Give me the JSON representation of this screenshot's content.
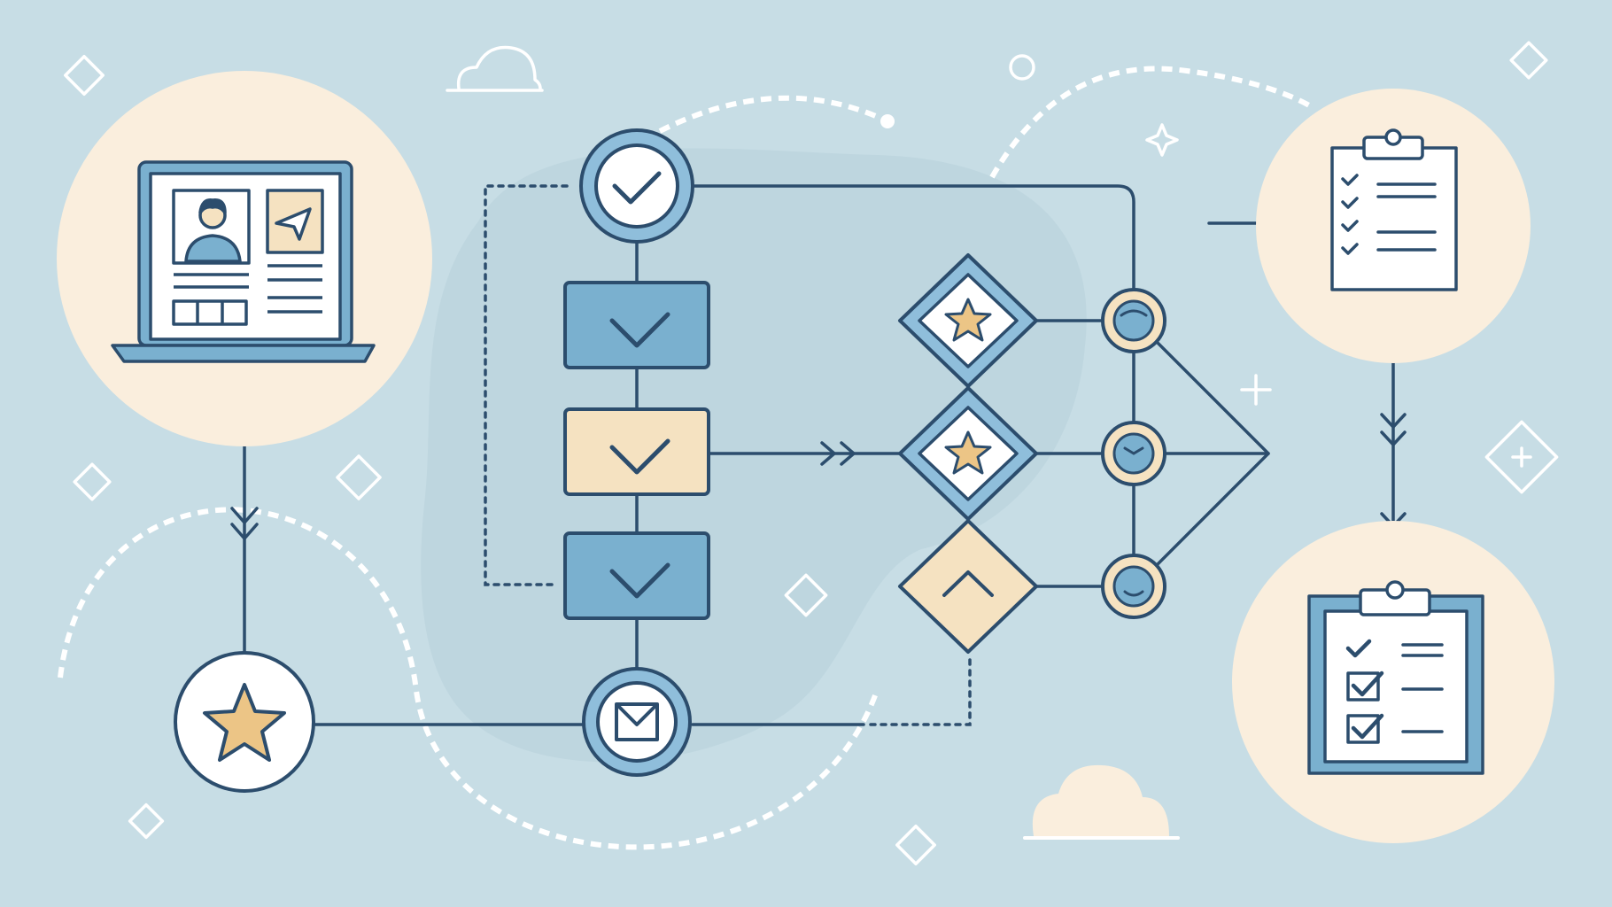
{
  "colors": {
    "background": "#c7dde5",
    "blob": "#bed6df",
    "stroke": "#2c4d6d",
    "blue_fill": "#7ab0cf",
    "blue_ring": "#8fbedb",
    "cream_fill": "#f5e2c1",
    "cream_circle": "#faeedd",
    "white": "#ffffff",
    "star": "#ecc586",
    "dashed_arc": "#ffffff"
  },
  "icons": [
    "laptop-profile-icon",
    "check-icon",
    "star-icon",
    "envelope-icon",
    "face-icon",
    "chevron-up-icon",
    "clipboard-checklist-icon",
    "cloud-icon",
    "sparkle-icon",
    "plus-icon"
  ],
  "nodes": {
    "left_column": [
      "laptop-profile",
      "star-milestone"
    ],
    "center_column": [
      "check-circle",
      "blue-check-box",
      "cream-check-box",
      "blue-check-box",
      "envelope-circle"
    ],
    "decision_column": [
      "star-decision",
      "star-decision",
      "chevron-decision"
    ],
    "status_column": [
      "face-status",
      "face-status",
      "face-status"
    ],
    "right_column": [
      "checklist-clipboard",
      "checked-clipboard"
    ]
  }
}
